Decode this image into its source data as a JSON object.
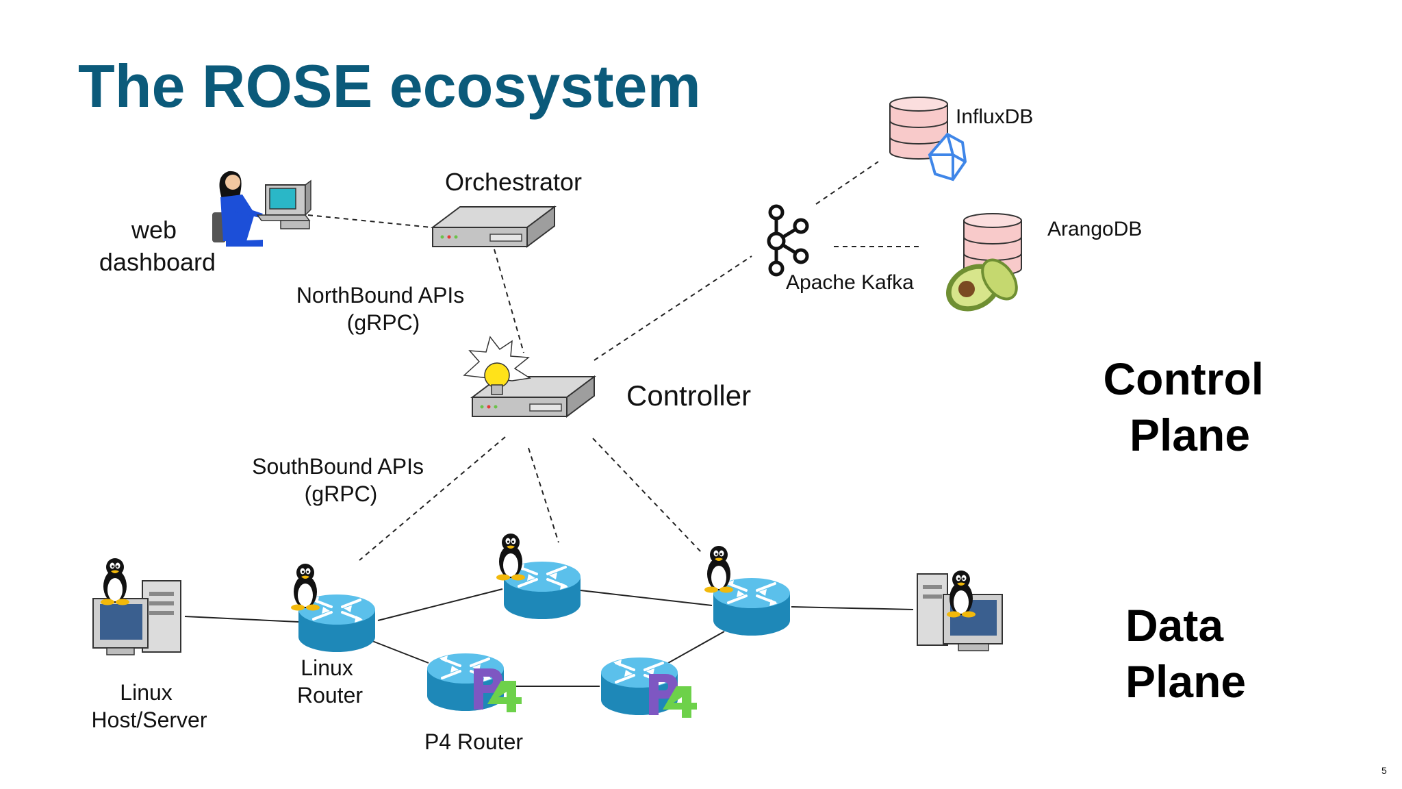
{
  "title": "The ROSE ecosystem",
  "page_number": "5",
  "colors": {
    "title": "#0b5a7a",
    "router_top": "#5bc0eb",
    "router_side": "#1e88b8",
    "db_fill": "#f8caca",
    "p4_purple": "#7e57c2",
    "p4_green": "#6dd14a"
  },
  "labels": {
    "web_dashboard": [
      "web",
      "dashboard"
    ],
    "orchestrator": "Orchestrator",
    "northbound": [
      "NorthBound APIs",
      "(gRPC)"
    ],
    "controller": "Controller",
    "southbound": [
      "SouthBound APIs",
      "(gRPC)"
    ],
    "apache_kafka": "Apache Kafka",
    "influxdb": "InfluxDB",
    "arangodb": "ArangoDB",
    "linux_host": [
      "Linux",
      "Host/Server"
    ],
    "linux_router": [
      "Linux",
      "Router"
    ],
    "p4_router": "P4 Router",
    "p4_badge": "P4"
  },
  "planes": {
    "control": [
      "Control",
      "Plane"
    ],
    "data": [
      "Data",
      "Plane"
    ]
  },
  "icons": [
    "person-at-computer-icon",
    "server-appliance-icon",
    "lightbulb-icon",
    "kafka-logo-icon",
    "database-icon",
    "hexagon-icon",
    "avocado-icon",
    "tux-penguin-icon",
    "router-icon",
    "desktop-computer-icon",
    "tower-computer-icon",
    "p4-logo-icon"
  ]
}
